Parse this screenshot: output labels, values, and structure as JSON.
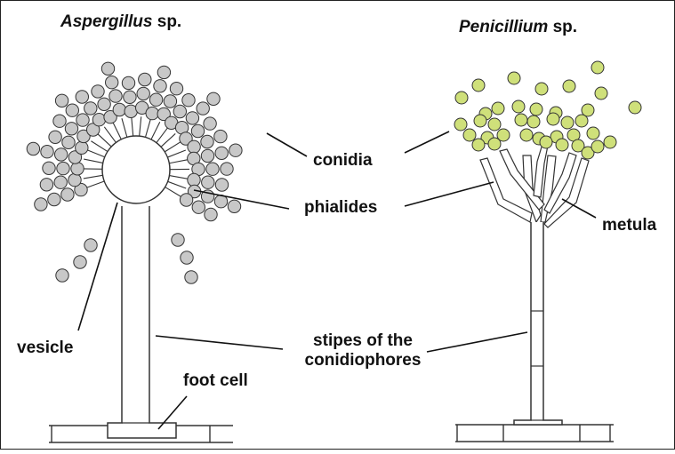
{
  "titles": {
    "aspergillus_genus": "Aspergillus",
    "aspergillus_suffix": " sp.",
    "penicillium_genus": "Penicillium",
    "penicillium_suffix": " sp."
  },
  "labels": {
    "conidia": "conidia",
    "phialides": "phialides",
    "metula": "metula",
    "vesicle": "vesicle",
    "stipes_line1": "stipes of the",
    "stipes_line2": "conidiophores",
    "foot_cell": "foot cell"
  },
  "colors": {
    "aspergillus_conidia": "#c8c8c8",
    "penicillium_conidia": "#cfe07a",
    "outline": "#333333",
    "text": "#111111"
  }
}
